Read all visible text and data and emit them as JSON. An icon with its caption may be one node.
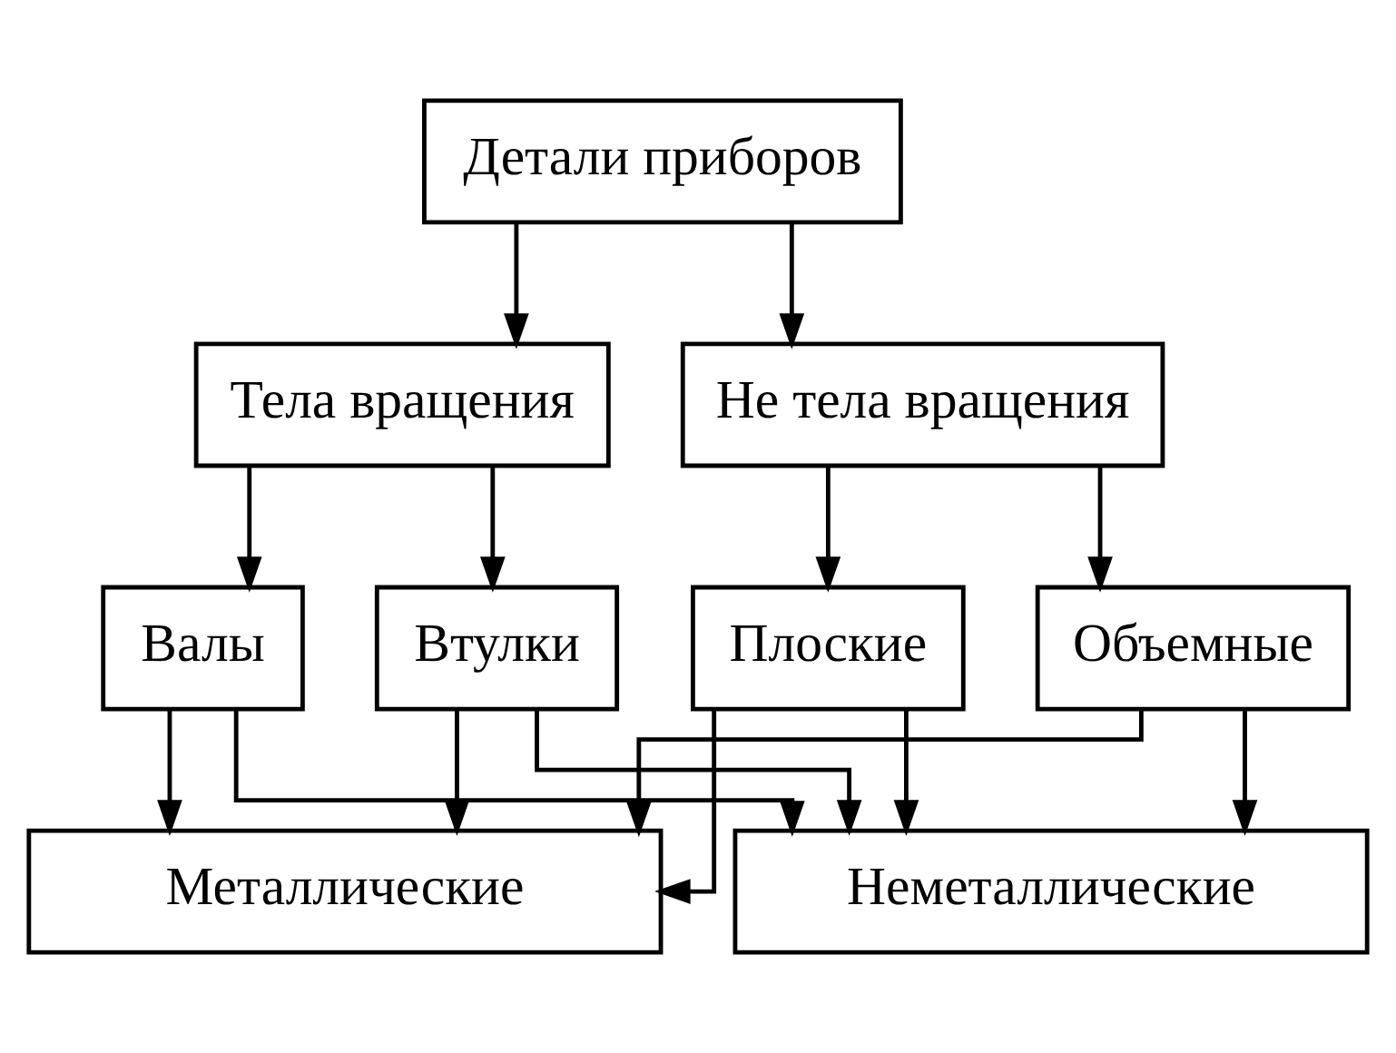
{
  "diagram": {
    "nodes": [
      {
        "text": [
          "Детали приборов"
        ]
      },
      {
        "text": [
          "Тела вращения"
        ]
      },
      {
        "text": [
          "Не тела вращения"
        ]
      },
      {
        "text": [
          "Валы"
        ]
      },
      {
        "text": [
          "Втулки"
        ]
      },
      {
        "text": [
          "Плоские"
        ]
      },
      {
        "text": [
          "Объемные"
        ]
      },
      {
        "text": [
          "Металлические"
        ]
      },
      {
        "text": [
          "Неметаллические"
        ]
      }
    ],
    "edges": [
      {
        "from": 0,
        "to": 1,
        "arrow": "to"
      },
      {
        "from": 0,
        "to": 2,
        "arrow": "to"
      },
      {
        "from": 1,
        "to": 3,
        "arrow": "to"
      },
      {
        "from": 1,
        "to": 4,
        "arrow": "to"
      },
      {
        "from": 2,
        "to": 5,
        "arrow": "to"
      },
      {
        "from": 2,
        "to": 6,
        "arrow": "to"
      },
      {
        "from": 3,
        "to": 7,
        "arrow": "to"
      },
      {
        "from": 3,
        "to": 8,
        "arrow": "to"
      },
      {
        "from": 4,
        "to": 7,
        "arrow": "to"
      },
      {
        "from": 4,
        "to": 8,
        "arrow": "to"
      },
      {
        "from": 5,
        "to": 7,
        "arrow": "to"
      },
      {
        "from": 5,
        "to": 8,
        "arrow": "to"
      },
      {
        "from": 6,
        "to": 7,
        "arrow": "to"
      },
      {
        "from": 6,
        "to": 8,
        "arrow": "to"
      }
    ]
  }
}
